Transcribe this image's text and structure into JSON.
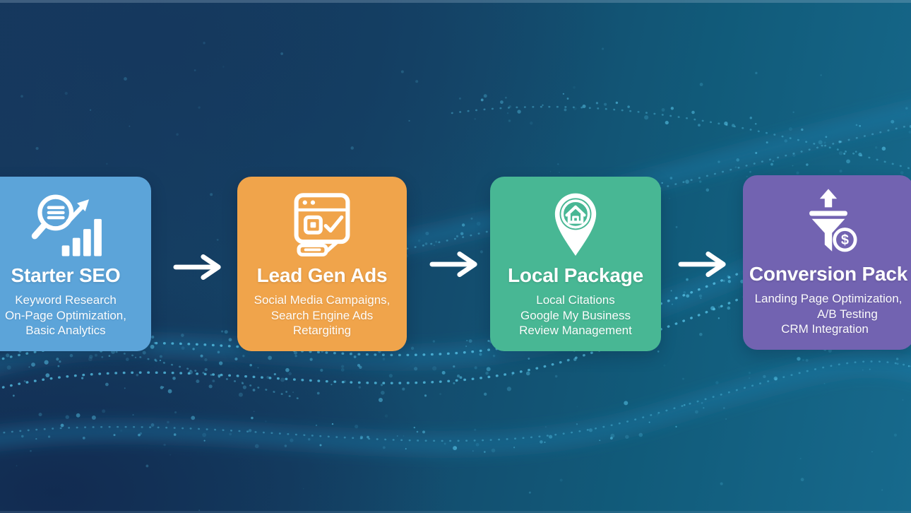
{
  "diagram_title": "marketing-packages-flow",
  "colors": {
    "background_navy": "#16395e",
    "background_teal": "#176a8d",
    "wave_dots": "#58c5e9",
    "arrow": "#ffffff",
    "text": "#ffffff"
  },
  "connector": {
    "type": "arrow-right",
    "color": "#ffffff"
  },
  "steps": [
    {
      "title": "Starter SEO",
      "color": "#5CA4D9",
      "icon": "seo-analytics-icon",
      "lines": [
        "Keyword Research",
        "On-Page Optimization,",
        "Basic Analytics"
      ]
    },
    {
      "title": "Lead Gen Ads",
      "color": "#F0A44B",
      "icon": "ad-window-icon",
      "lines": [
        "Social Media Campaigns,",
        "Search Engine Ads",
        "Retargiting"
      ]
    },
    {
      "title": "Local Package",
      "color": "#48B794",
      "icon": "location-pin-home-icon",
      "lines": [
        "Local Citations",
        "Google My Business",
        "Review Management"
      ]
    },
    {
      "title": "Conversion Pack",
      "color": "#7263B1",
      "icon": "funnel-dollar-icon",
      "lines": [
        "Landing Page Optimization,",
        "A/B Testing",
        "CRM Integration"
      ]
    }
  ]
}
